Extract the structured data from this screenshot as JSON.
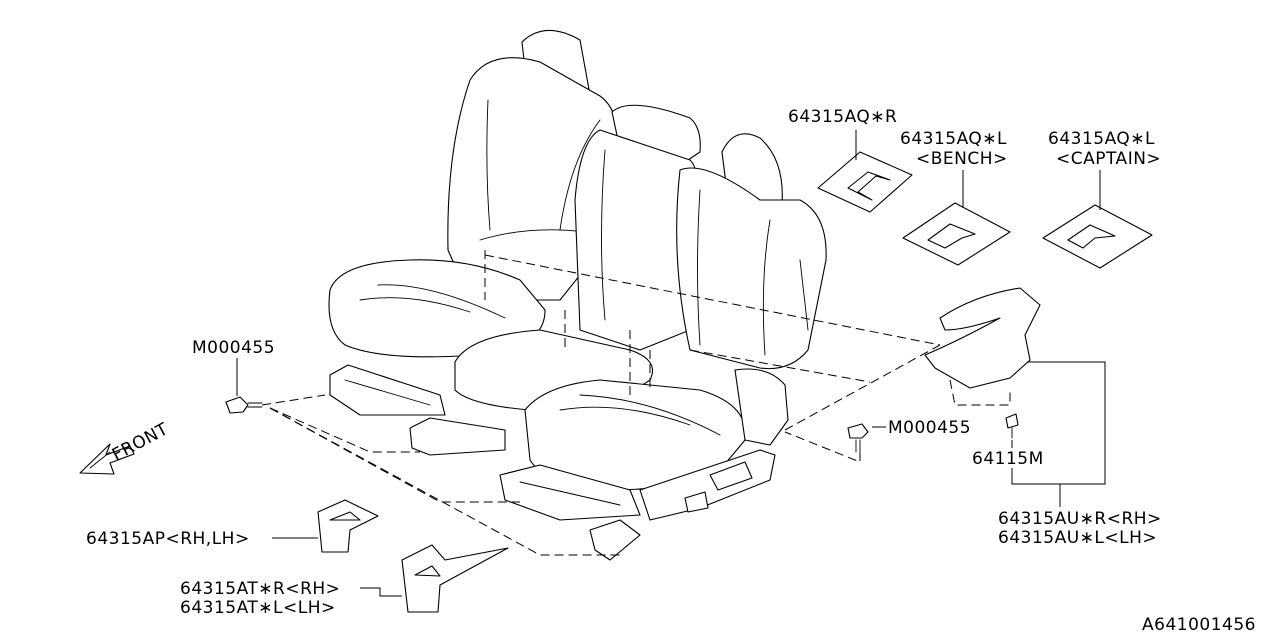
{
  "labels": {
    "seat_cover_rh": "64315AQ∗R",
    "seat_cover_l_bench_1": "64315AQ∗L",
    "seat_cover_l_bench_2": "<BENCH>",
    "seat_cover_l_captain_1": "64315AQ∗L",
    "seat_cover_l_captain_2": "<CAPTAIN>",
    "bolt_left": "M000455",
    "bolt_right": "M000455",
    "clip": "64115M",
    "cover_au_rh": "64315AU∗R<RH>",
    "cover_au_lh": "64315AU∗L<LH>",
    "cover_ap": "64315AP<RH,LH>",
    "cover_at_rh": "64315AT∗R<RH>",
    "cover_at_lh": "64315AT∗L<LH>",
    "front": "FRONT",
    "diagram_id": "A641001456"
  }
}
